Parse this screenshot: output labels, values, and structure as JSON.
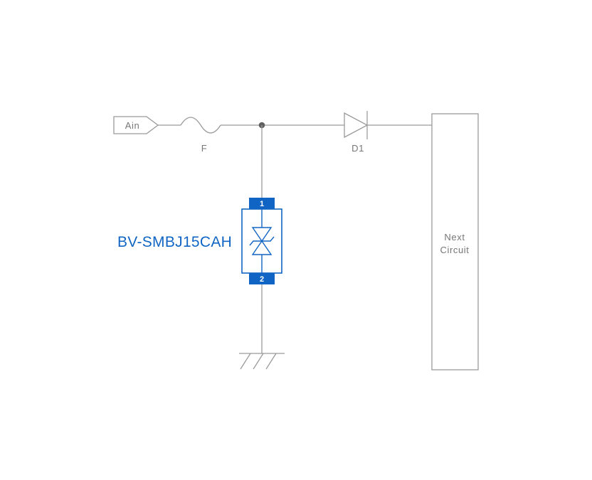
{
  "diagram": {
    "input_tag": {
      "label": "Ain"
    },
    "fuse": {
      "label": "F"
    },
    "diode": {
      "label": "D1"
    },
    "tvs": {
      "part_label": "BV-SMBJ15CAH",
      "pin1": "1",
      "pin2": "2"
    },
    "next_circuit": {
      "line1": "Next",
      "line2": "Circuit"
    }
  },
  "colors": {
    "line": "#9a9a9a",
    "text": "#767676",
    "blue": "#1065c4",
    "dot": "#5f5f5f",
    "background": "#ffffff"
  }
}
